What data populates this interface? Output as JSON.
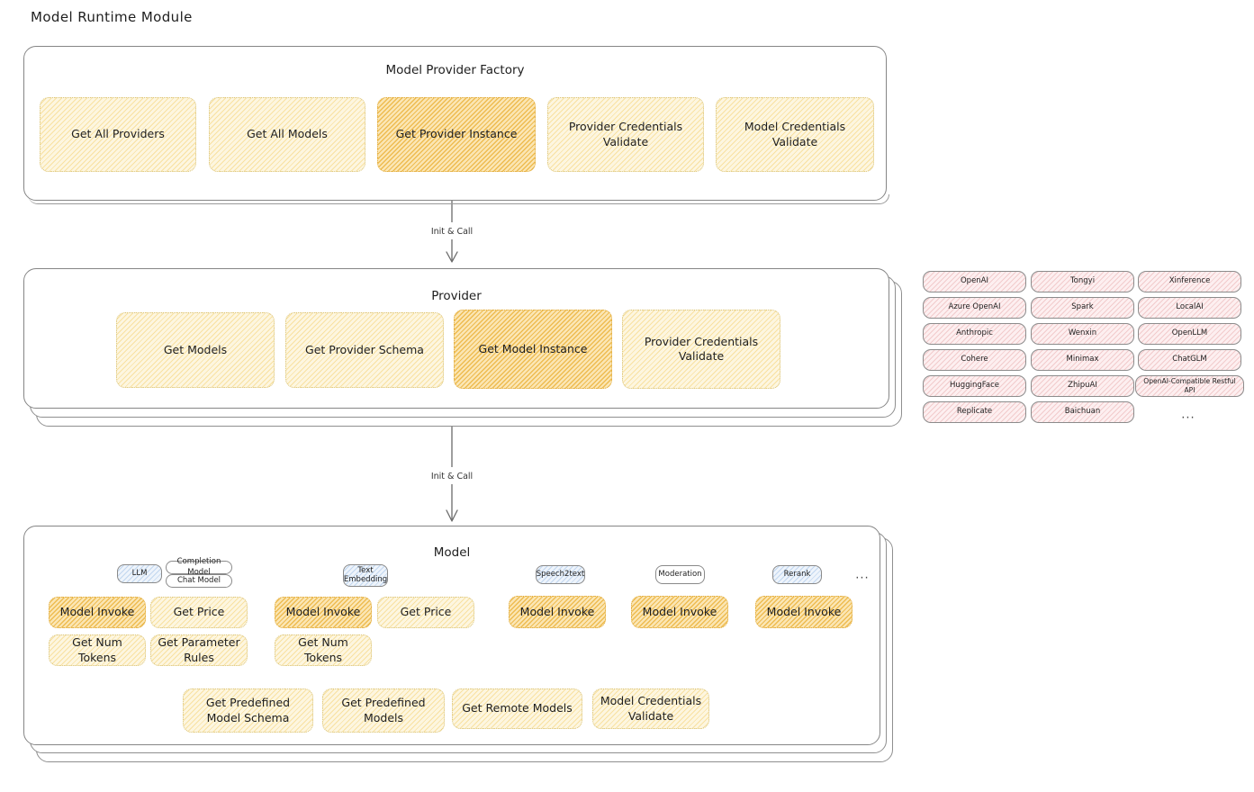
{
  "page": {
    "title": "Model Runtime Module"
  },
  "factory": {
    "title": "Model Provider Factory",
    "nodes": [
      {
        "label": "Get All Providers",
        "highlight": false
      },
      {
        "label": "Get All Models",
        "highlight": false
      },
      {
        "label": "Get Provider Instance",
        "highlight": true
      },
      {
        "label": "Provider Credentials Validate",
        "highlight": false
      },
      {
        "label": "Model Credentials Validate",
        "highlight": false
      }
    ]
  },
  "arrows": [
    {
      "label": "Init & Call"
    },
    {
      "label": "Init & Call"
    }
  ],
  "provider": {
    "title": "Provider",
    "nodes": [
      {
        "label": "Get Models",
        "highlight": false
      },
      {
        "label": "Get Provider Schema",
        "highlight": false
      },
      {
        "label": "Get Model Instance",
        "highlight": true
      },
      {
        "label": "Provider Credentials Validate",
        "highlight": false
      }
    ]
  },
  "provider_list": {
    "ellipsis": "...",
    "columns": [
      [
        "OpenAI",
        "Azure OpenAI",
        "Anthropic",
        "Cohere",
        "HuggingFace",
        "Replicate"
      ],
      [
        "Tongyi",
        "Spark",
        "Wenxin",
        "Minimax",
        "ZhipuAI",
        "Baichuan"
      ],
      [
        "Xinference",
        "LocalAI",
        "OpenLLM",
        "ChatGLM",
        "OpenAI-Compatible Restful API"
      ]
    ]
  },
  "model": {
    "title": "Model",
    "ellipsis": "...",
    "groups": [
      {
        "badge": "LLM",
        "sub_badges": [
          "Completion Model",
          "Chat Model"
        ],
        "methods": [
          {
            "label": "Model Invoke",
            "highlight": true
          },
          {
            "label": "Get Price",
            "highlight": false
          },
          {
            "label": "Get Num Tokens",
            "highlight": false
          },
          {
            "label": "Get Parameter Rules",
            "highlight": false
          }
        ]
      },
      {
        "badge": "Text Embedding",
        "sub_badges": [],
        "methods": [
          {
            "label": "Model Invoke",
            "highlight": true
          },
          {
            "label": "Get Price",
            "highlight": false
          },
          {
            "label": "Get Num Tokens",
            "highlight": false
          }
        ]
      },
      {
        "badge": "Speech2text",
        "sub_badges": [],
        "methods": [
          {
            "label": "Model Invoke",
            "highlight": true
          }
        ]
      },
      {
        "badge": "Moderation",
        "sub_badges": [],
        "methods": [
          {
            "label": "Model Invoke",
            "highlight": true
          }
        ]
      },
      {
        "badge": "Rerank",
        "sub_badges": [],
        "methods": [
          {
            "label": "Model Invoke",
            "highlight": true
          }
        ]
      }
    ],
    "common_methods": [
      "Get Predefined Model Schema",
      "Get Predefined Models",
      "Get Remote Models",
      "Model Credentials Validate"
    ]
  },
  "colors": {
    "light_fill": "#fdf6e0",
    "dark_fill": "#fbe6b4",
    "rose_fill": "#fdeff0",
    "blue_fill": "#eef4fb",
    "stroke": "#868686",
    "text": "#1e1e1e"
  }
}
